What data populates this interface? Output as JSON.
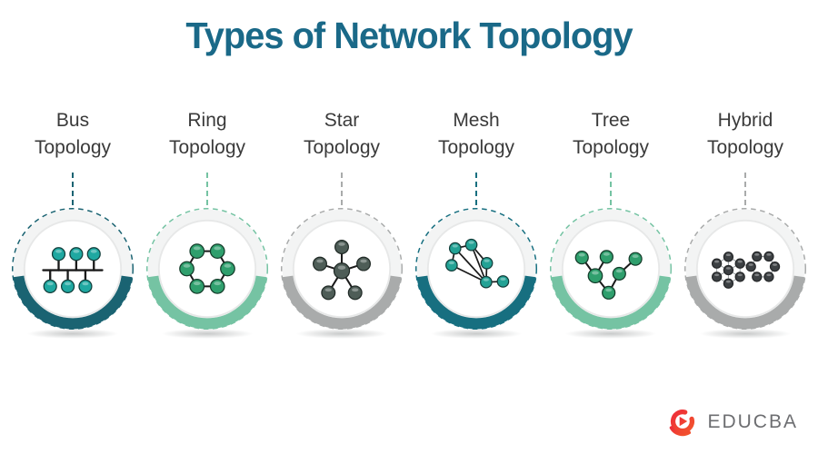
{
  "title": {
    "text": "Types of Network Topology",
    "color": "#1a6988"
  },
  "label_color": "#3a3a3a",
  "topologies": [
    {
      "name": "Bus",
      "label_line2": "Topology",
      "accent": "#1a6372",
      "icon": {
        "name": "bus-topology-icon",
        "node_fill": "#1fa8a1",
        "node_stroke": "#123d3a",
        "edge_color": "#1b1b1b",
        "edge_width": 3,
        "nodes": [
          [
            30,
            29,
            9
          ],
          [
            55,
            29,
            9
          ],
          [
            80,
            29,
            9
          ],
          [
            18,
            75,
            9
          ],
          [
            43,
            75,
            9
          ],
          [
            68,
            75,
            9
          ]
        ],
        "edges": [
          [
            8,
            52,
            92,
            52
          ],
          [
            30,
            29,
            30,
            52
          ],
          [
            55,
            29,
            55,
            52
          ],
          [
            80,
            29,
            80,
            52
          ],
          [
            18,
            52,
            18,
            75
          ],
          [
            43,
            52,
            43,
            75
          ],
          [
            68,
            52,
            68,
            75
          ]
        ]
      }
    },
    {
      "name": "Ring",
      "label_line2": "Topology",
      "accent": "#75c3a3",
      "icon": {
        "name": "ring-topology-icon",
        "node_fill": "#2f9f6d",
        "node_stroke": "#143c2a",
        "edge_color": "#1b1b1b",
        "edge_width": 2.6,
        "nodes": [
          [
            79,
            50,
            10
          ],
          [
            64.5,
            75,
            10
          ],
          [
            35.5,
            75,
            10
          ],
          [
            21,
            50,
            10
          ],
          [
            35.5,
            25,
            10
          ],
          [
            64.5,
            25,
            10
          ]
        ],
        "edges": [
          [
            79,
            50,
            64.5,
            75
          ],
          [
            64.5,
            75,
            35.5,
            75
          ],
          [
            35.5,
            75,
            21,
            50
          ],
          [
            21,
            50,
            35.5,
            25
          ],
          [
            35.5,
            25,
            64.5,
            25
          ],
          [
            64.5,
            25,
            79,
            50
          ]
        ]
      }
    },
    {
      "name": "Star",
      "label_line2": "Topology",
      "accent": "#a9abab",
      "icon": {
        "name": "star-topology-icon",
        "node_fill": "#4e5d57",
        "node_stroke": "#202a26",
        "edge_color": "#1b1b1b",
        "edge_width": 2.6,
        "nodes": [
          [
            50,
            53,
            11
          ],
          [
            50,
            19,
            9.5
          ],
          [
            19,
            43,
            9.5
          ],
          [
            81,
            43,
            9.5
          ],
          [
            31,
            84,
            9.5
          ],
          [
            69,
            84,
            9.5
          ]
        ],
        "edges": [
          [
            50,
            53,
            50,
            19
          ],
          [
            50,
            53,
            19,
            43
          ],
          [
            50,
            53,
            81,
            43
          ],
          [
            50,
            53,
            31,
            84
          ],
          [
            50,
            53,
            69,
            84
          ]
        ]
      }
    },
    {
      "name": "Mesh",
      "label_line2": "Topology",
      "accent": "#176f80",
      "icon": {
        "name": "mesh-topology-icon",
        "node_fill": "#23a295",
        "node_stroke": "#123d3a",
        "edge_color": "#1b1b1b",
        "edge_width": 2.2,
        "nodes": [
          [
            20,
            21,
            8
          ],
          [
            43,
            16,
            8
          ],
          [
            15,
            45,
            8
          ],
          [
            65,
            42,
            8
          ],
          [
            64,
            69,
            8
          ],
          [
            88,
            68,
            8
          ]
        ],
        "edges": [
          [
            20,
            21,
            43,
            16
          ],
          [
            20,
            21,
            15,
            45
          ],
          [
            20,
            21,
            64,
            69
          ],
          [
            43,
            16,
            64,
            69
          ],
          [
            15,
            45,
            64,
            69
          ],
          [
            43,
            16,
            65,
            42
          ],
          [
            65,
            42,
            64,
            69
          ],
          [
            64,
            69,
            88,
            68
          ]
        ]
      }
    },
    {
      "name": "Tree",
      "label_line2": "Topology",
      "accent": "#75c3a3",
      "icon": {
        "name": "tree-topology-icon",
        "node_fill": "#2f9f6d",
        "node_stroke": "#143c2a",
        "edge_color": "#1b1b1b",
        "edge_width": 2.6,
        "nodes": [
          [
            47,
            84,
            9
          ],
          [
            28,
            60,
            10
          ],
          [
            62,
            57,
            9
          ],
          [
            9,
            34,
            9
          ],
          [
            44,
            33,
            9
          ],
          [
            85,
            36,
            9
          ]
        ],
        "edges": [
          [
            47,
            84,
            28,
            60
          ],
          [
            47,
            84,
            62,
            57
          ],
          [
            28,
            60,
            9,
            34
          ],
          [
            28,
            60,
            44,
            33
          ],
          [
            62,
            57,
            85,
            36
          ]
        ]
      }
    },
    {
      "name": "Hybrid",
      "label_line2": "Topology",
      "accent": "#a9abab",
      "icon": {
        "name": "hybrid-topology-icon",
        "node_fill": "#3c4043",
        "node_stroke": "#26282a",
        "edge_color": "#9aa0a2",
        "edge_width": 1.3,
        "nodes": [
          [
            26,
            33,
            6.5
          ],
          [
            42.5,
            42.5,
            6.5
          ],
          [
            42.5,
            61.5,
            6.5
          ],
          [
            26,
            71,
            6.5
          ],
          [
            9.5,
            61.5,
            6.5
          ],
          [
            9.5,
            42.5,
            6.5
          ],
          [
            26,
            52,
            6.5
          ],
          [
            66.5,
            32.5,
            6.5
          ],
          [
            83.5,
            32.5,
            6.5
          ],
          [
            92,
            47,
            6.5
          ],
          [
            83.5,
            61.5,
            6.5
          ],
          [
            66.5,
            61.5,
            6.5
          ],
          [
            58,
            47,
            6.5
          ]
        ],
        "edges": [
          [
            26,
            33,
            42.5,
            42.5
          ],
          [
            42.5,
            42.5,
            42.5,
            61.5
          ],
          [
            42.5,
            61.5,
            26,
            71
          ],
          [
            26,
            71,
            9.5,
            61.5
          ],
          [
            9.5,
            61.5,
            9.5,
            42.5
          ],
          [
            9.5,
            42.5,
            26,
            33
          ],
          [
            26,
            52,
            26,
            33
          ],
          [
            26,
            52,
            42.5,
            42.5
          ],
          [
            26,
            52,
            42.5,
            61.5
          ],
          [
            26,
            52,
            26,
            71
          ],
          [
            26,
            52,
            9.5,
            61.5
          ],
          [
            26,
            52,
            9.5,
            42.5
          ],
          [
            66.5,
            32.5,
            83.5,
            32.5
          ],
          [
            83.5,
            32.5,
            92,
            47
          ],
          [
            92,
            47,
            83.5,
            61.5
          ],
          [
            83.5,
            61.5,
            66.5,
            61.5
          ],
          [
            66.5,
            61.5,
            58,
            47
          ],
          [
            58,
            47,
            66.5,
            32.5
          ],
          [
            42.5,
            42.5,
            58,
            47
          ]
        ]
      }
    }
  ],
  "badge_style": {
    "ring_bg": "#f3f4f4",
    "rim": "#e7e8e8",
    "inner": "#ffffff"
  },
  "logo": {
    "text": "EDUCBA",
    "text_color": "#6d6e71",
    "icon_color_start": "#ee2d39",
    "icon_color_end": "#f2542d"
  }
}
